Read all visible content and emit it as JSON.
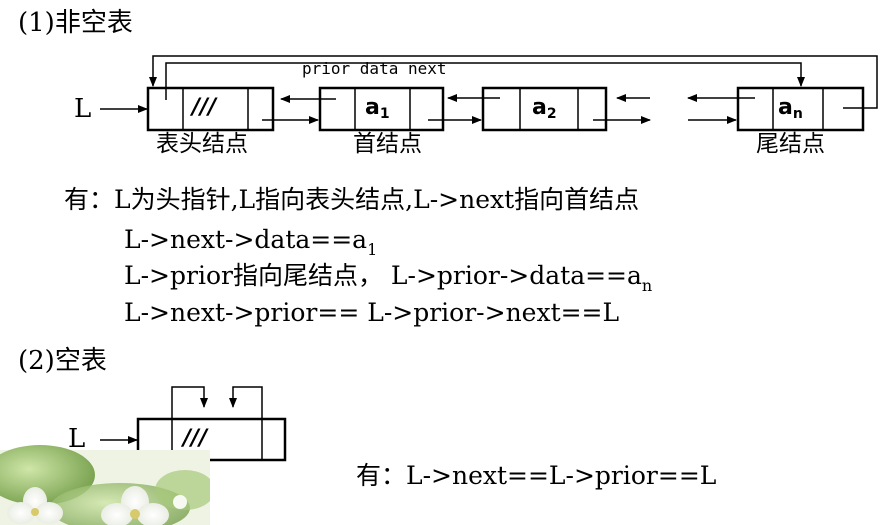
{
  "section1": {
    "heading": "(1)非空表"
  },
  "diagram1": {
    "head_pointer": "L",
    "field_labels": "prior data next",
    "nodes": [
      {
        "data": "///",
        "caption": "表头结点"
      },
      {
        "data": "a",
        "sub": "1",
        "caption": "首结点"
      },
      {
        "data": "a",
        "sub": "2",
        "caption": ""
      },
      {
        "data": "a",
        "sub": "n",
        "caption": "尾结点"
      }
    ]
  },
  "notes": {
    "line1": "有：L为头指针,L指向表头结点,L->next指向首结点",
    "line2_main": "L->next->data==a",
    "line2_sub": "1",
    "line3_main": "L->prior指向尾结点，  L->prior->data==a",
    "line3_sub": "n",
    "line4": "L->next->prior== L->prior->next==L"
  },
  "section2": {
    "heading": "(2)空表"
  },
  "diagram2": {
    "head_pointer": "L",
    "node_data": "///",
    "note": "有：L->next==L->prior==L"
  },
  "decoration": {
    "image": "flower-blossoms"
  }
}
